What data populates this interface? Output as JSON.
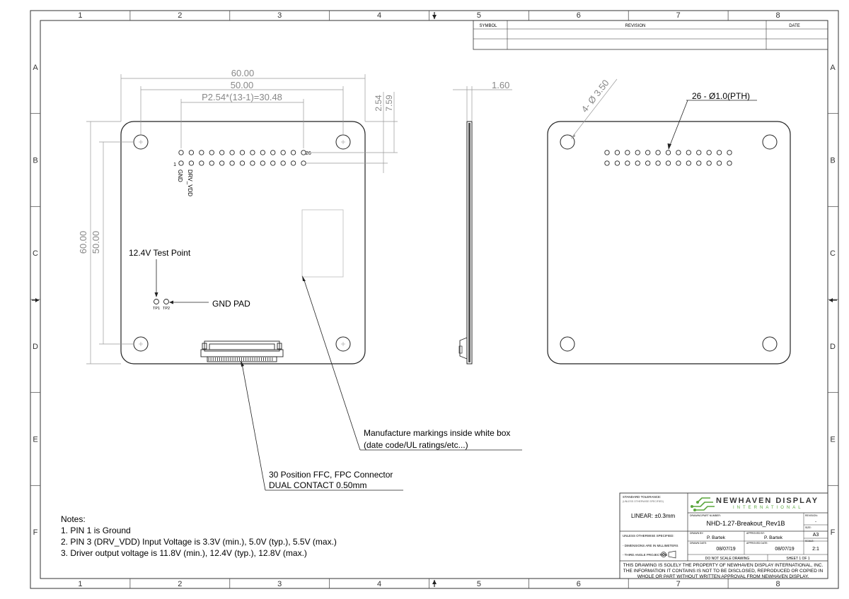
{
  "border": {
    "cols": [
      "1",
      "2",
      "3",
      "4",
      "5",
      "6",
      "7",
      "8"
    ],
    "rows": [
      "A",
      "B",
      "C",
      "D",
      "E",
      "F"
    ]
  },
  "revision_table": {
    "symbol": "SYMBOL",
    "revision": "REVISION",
    "date": "DATE"
  },
  "front_view": {
    "dim_width": "60.00",
    "dim_hole_spacing_x": "50.00",
    "dim_pitch": "P2.54*(13-1)=30.48",
    "dim_height": "60.00",
    "dim_hole_spacing_y": "50.00",
    "dim_row_offset": "2.54",
    "dim_header_offset": "7.59",
    "pin_first": "1",
    "pin_last": "26",
    "pin1_label": "GND",
    "pin3_label": "DRV_VDD",
    "tp1": "TP1",
    "tp2": "TP2",
    "test_point_label": "12.4V Test Point",
    "gnd_pad_label": "GND PAD"
  },
  "side_view": {
    "dim_thickness": "1.60"
  },
  "back_view": {
    "dim_mount_holes": "4- Ø 3.50",
    "dim_pth": "26 - Ø1.0(PTH)"
  },
  "callouts": {
    "markings_line1": "Manufacture markings inside white box",
    "markings_line2": "(date code/UL ratings/etc...)",
    "connector_line1": "30 Position FFC, FPC Connector",
    "connector_line2": "DUAL CONTACT 0.50mm"
  },
  "notes": {
    "title": "Notes:",
    "items": [
      "1.  PIN 1 is Ground",
      "2.  PIN 3 (DRV_VDD) Input Voltage is 3.3V (min.), 5.0V (typ.), 5.5V (max.)",
      "3.  Driver output voltage is 11.8V (min.), 12.4V (typ.), 12.8V (max.)"
    ]
  },
  "title_block": {
    "std_tol": "STANDARD TOLERANCE:",
    "std_tol_sub": "(UNLESS OTHERWISE SPECIFIED)",
    "linear": "LINEAR:   ±0.3mm",
    "unless": "UNLESS OTHERWISE SPECIFIED:",
    "dims_mm": "- DIMENSIONS ARE IN MILLIMETERS",
    "third_angle": "- THIRD ANGLE PROJECTION",
    "company_name": "NEWHAVEN DISPLAY",
    "company_sub": "INTERNATIONAL",
    "part_label": "DRAWING/PART NUMBER:",
    "part_number": "NHD-1.27-Breakout_Rev1B",
    "revision_label": "REVISION:",
    "revision_value": "-",
    "size_label": "SIZE:",
    "size_value": "A3",
    "drawn_by_label": "DRAWN BY:",
    "drawn_by": "P. Bartek",
    "approved_by_label": "APPROVED BY:",
    "approved_by": "P. Bartek",
    "drawn_date_label": "DRAWN DATE:",
    "drawn_date": "08/07/19",
    "approved_date_label": "APPROVED DATE:",
    "approved_date": "08/07/19",
    "scale_label": "SCALE:",
    "scale_value": "2:1",
    "do_not_scale": "DO NOT SCALE DRAWING",
    "sheet": "SHEET 1 OF 1",
    "disclaimer_1": "THIS DRAWING IS SOLELY THE PROPERTY OF NEWHAVEN DISPLAY INTERNATIONAL, INC.",
    "disclaimer_2": "THE INFORMATION IT CONTAINS IS NOT TO BE DISCLOSED, REPRODUCED OR COPIED IN",
    "disclaimer_3": "WHOLE OR PART WITHOUT WRITTEN APPROVAL FROM NEWHAVEN DISPLAY."
  }
}
